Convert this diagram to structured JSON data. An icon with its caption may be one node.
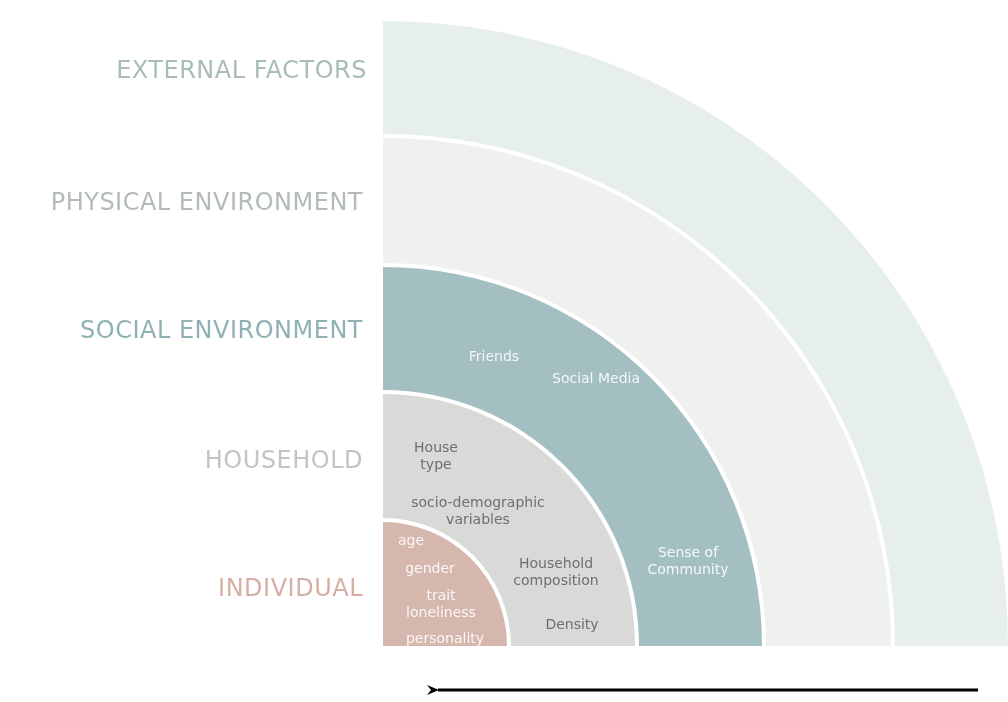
{
  "diagram": {
    "nodes": [
      {
        "text": [
          "EXTERNAL FACTORS"
        ]
      },
      {
        "text": [
          "PHYSICAL ENVIRONMENT"
        ],
        "in": 0
      },
      {
        "text": [
          "SOCIAL ENVIRONMENT",
          "Friends",
          "Social Media",
          "Sense of Community"
        ],
        "in": 1
      },
      {
        "text": [
          "HOUSEHOLD",
          "House type",
          "socio-demographic variables",
          "Household composition",
          "Density"
        ],
        "in": 2
      },
      {
        "text": [
          "INDIVIDUAL",
          "age",
          "gender",
          "trait loneliness",
          "personality"
        ],
        "in": 3
      }
    ]
  }
}
